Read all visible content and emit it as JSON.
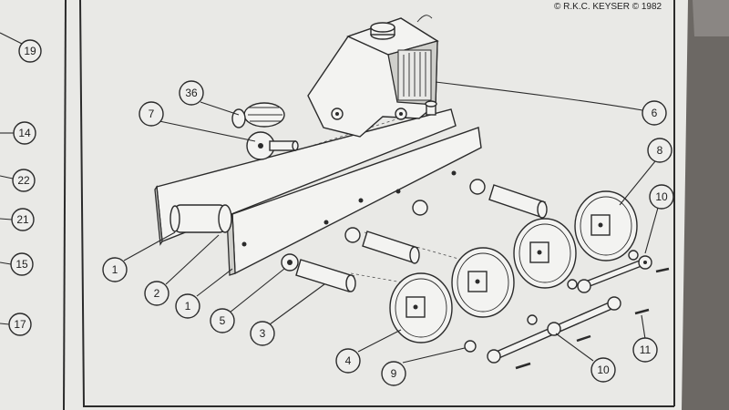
{
  "copyright": "© R.K.C. KEYSER © 1982",
  "left_strip_callouts": [
    "19",
    "14",
    "22",
    "21",
    "15",
    "17"
  ],
  "main_callouts": {
    "c36": "36",
    "c7": "7",
    "c6": "6",
    "c8": "8",
    "c10a": "10",
    "c1a": "1",
    "c2": "2",
    "c1b": "1",
    "c5": "5",
    "c3": "3",
    "c4": "4",
    "c9": "9",
    "c10b": "10",
    "c11": "11"
  },
  "colors": {
    "paper": "#eeeeec",
    "ink": "#2b2b2b",
    "background": "#4a4744"
  }
}
